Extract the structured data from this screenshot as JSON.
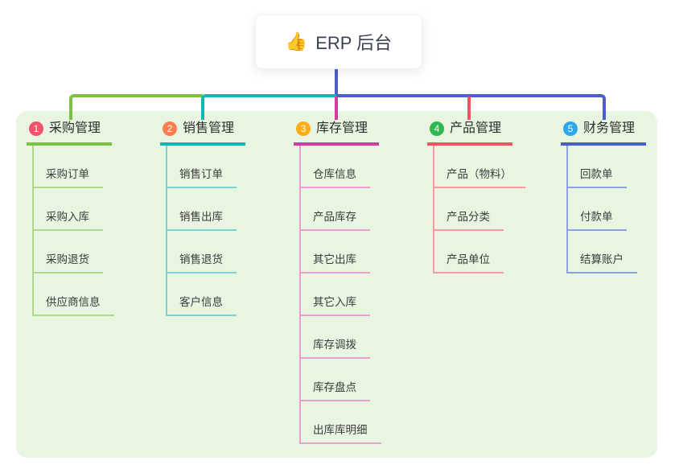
{
  "root": {
    "icon": "👍",
    "label": "ERP 后台"
  },
  "branches": [
    {
      "num": "1",
      "label": "采购管理",
      "badge_color": "#f4516c",
      "line_color": "#7cc144",
      "light_line_color": "#aed892",
      "children": [
        "采购订单",
        "采购入库",
        "采购退货",
        "供应商信息"
      ]
    },
    {
      "num": "2",
      "label": "销售管理",
      "badge_color": "#fd7e4e",
      "line_color": "#11b7b4",
      "light_line_color": "#7fd2cf",
      "children": [
        "销售订单",
        "销售出库",
        "销售退货",
        "客户信息"
      ]
    },
    {
      "num": "3",
      "label": "库存管理",
      "badge_color": "#fbad18",
      "line_color": "#d63a9e",
      "light_line_color": "#ec9ccf",
      "children": [
        "仓库信息",
        "产品库存",
        "其它出库",
        "其它入库",
        "库存调拨",
        "库存盘点",
        "出库库明细"
      ]
    },
    {
      "num": "4",
      "label": "产品管理",
      "badge_color": "#2eb84e",
      "line_color": "#f2535f",
      "light_line_color": "#f79ba0",
      "children": [
        "产品（物料）",
        "产品分类",
        "产品单位"
      ]
    },
    {
      "num": "5",
      "label": "财务管理",
      "badge_color": "#2ea6e9",
      "line_color": "#4a5fc9",
      "light_line_color": "#8ca1de",
      "children": [
        "回款单",
        "付款单",
        "结算账户"
      ]
    }
  ],
  "colors": {
    "canvas_bg": "#ffffff",
    "panel_bg": "#e8f5e1",
    "root_text": "#3b4150",
    "branch_text": "#2e2e2e",
    "child_text": "#3c3c3c",
    "trunk": "#4a5fc9"
  }
}
